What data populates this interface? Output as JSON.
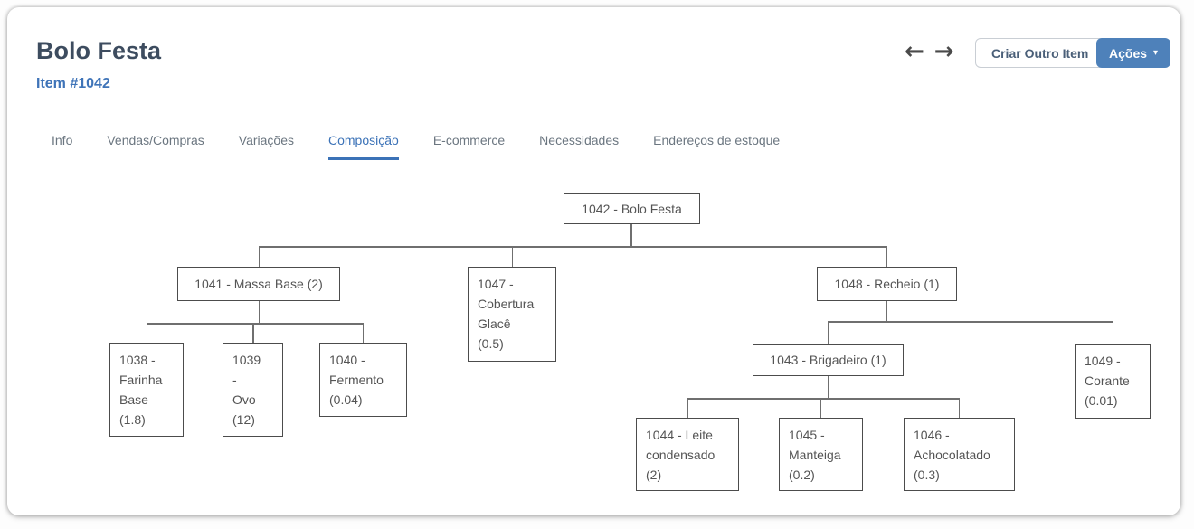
{
  "page": {
    "title": "Bolo Festa",
    "subtitle": "Item #1042"
  },
  "toolbar": {
    "prev_icon": "←",
    "next_icon": "→",
    "create_button": "Criar Outro Item",
    "actions_button": "Ações",
    "actions_caret": "▾"
  },
  "tabs": [
    {
      "label": "Info",
      "active": false
    },
    {
      "label": "Vendas/Compras",
      "active": false
    },
    {
      "label": "Variações",
      "active": false
    },
    {
      "label": "Composição",
      "active": true
    },
    {
      "label": "E-commerce",
      "active": false
    },
    {
      "label": "Necessidades",
      "active": false
    },
    {
      "label": "Endereços de estoque",
      "active": false
    }
  ],
  "colors": {
    "accent_blue": "#3b72b7",
    "button_blue": "#4e81ba",
    "title_text": "#3d4c5f",
    "node_border": "#4c4c4c",
    "node_text": "#545454",
    "line": "#6f6f6f"
  },
  "tree": {
    "root_id": "1042",
    "nodes": [
      {
        "id": "1042",
        "label": "1042 - Bolo Festa"
      },
      {
        "id": "1041",
        "label": "1041 - Massa Base (2)"
      },
      {
        "id": "1047",
        "label": "1047 -\nCobertura\nGlacê\n(0.5)"
      },
      {
        "id": "1048",
        "label": "1048 - Recheio (1)"
      },
      {
        "id": "1038",
        "label": "1038 -\nFarinha\nBase\n(1.8)"
      },
      {
        "id": "1039",
        "label": "1039\n-\nOvo\n(12)"
      },
      {
        "id": "1040",
        "label": "1040 -\nFermento\n(0.04)"
      },
      {
        "id": "1043",
        "label": "1043 - Brigadeiro (1)"
      },
      {
        "id": "1049",
        "label": "1049 -\nCorante\n(0.01)"
      },
      {
        "id": "1044",
        "label": "1044 - Leite\ncondensado\n(2)"
      },
      {
        "id": "1045",
        "label": "1045 -\nManteiga\n(0.2)"
      },
      {
        "id": "1046",
        "label": "1046 -\nAchocolatado\n(0.3)"
      }
    ]
  }
}
